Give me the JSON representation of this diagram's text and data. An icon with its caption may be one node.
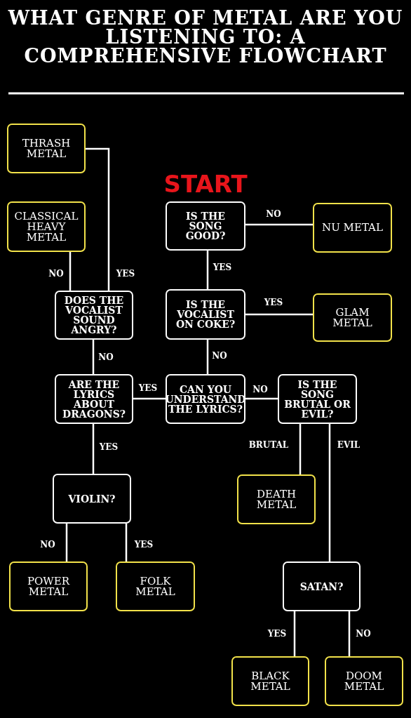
{
  "diagram": {
    "title": "WHAT GENRE OF METAL ARE YOU LISTENING TO: A COMPREHENSIVE FLOWCHART",
    "nodes": [
      {
        "text": [
          "THRASH METAL"
        ]
      },
      {
        "text": [
          "CLASSICAL HEAVY METAL"
        ]
      },
      {
        "text": [
          "IS THE SONG GOOD?"
        ],
        "beside": [
          "START"
        ]
      },
      {
        "text": [
          "NU METAL"
        ]
      },
      {
        "text": [
          "DOES THE VOCALIST SOUND ANGRY?"
        ]
      },
      {
        "text": [
          "IS THE VOCALIST ON COKE?"
        ]
      },
      {
        "text": [
          "GLAM METAL"
        ]
      },
      {
        "text": [
          "ARE THE LYRICS ABOUT DRAGONS?"
        ]
      },
      {
        "text": [
          "CAN YOU UNDERSTAND THE LYRICS?"
        ]
      },
      {
        "text": [
          "IS THE SONG BRUTAL OR EVIL?"
        ]
      },
      {
        "text": [
          "VIOLIN?"
        ]
      },
      {
        "text": [
          "DEATH METAL"
        ]
      },
      {
        "text": [
          "POWER METAL"
        ]
      },
      {
        "text": [
          "FOLK METAL"
        ]
      },
      {
        "text": [
          "SATAN?"
        ]
      },
      {
        "text": [
          "BLACK METAL"
        ]
      },
      {
        "text": [
          "DOOM METAL"
        ]
      }
    ],
    "edges": [
      {
        "from": 2,
        "to": 3,
        "arrow": "none",
        "label": "NO"
      },
      {
        "from": 2,
        "to": 5,
        "arrow": "none",
        "label": "YES"
      },
      {
        "from": 5,
        "to": 6,
        "arrow": "none",
        "label": "YES"
      },
      {
        "from": 5,
        "to": 8,
        "arrow": "none",
        "label": "NO"
      },
      {
        "from": 8,
        "to": 7,
        "arrow": "none",
        "label": "YES"
      },
      {
        "from": 8,
        "to": 9,
        "arrow": "none",
        "label": "NO"
      },
      {
        "from": 7,
        "to": 4,
        "arrow": "none",
        "label": "NO"
      },
      {
        "from": 4,
        "to": 1,
        "arrow": "none",
        "label": "NO"
      },
      {
        "from": 4,
        "to": 0,
        "arrow": "none",
        "label": "YES"
      },
      {
        "from": 7,
        "to": 10,
        "arrow": "none",
        "label": "YES"
      },
      {
        "from": 10,
        "to": 12,
        "arrow": "none",
        "label": "NO"
      },
      {
        "from": 10,
        "to": 13,
        "arrow": "none",
        "label": "YES"
      },
      {
        "from": 9,
        "to": 11,
        "arrow": "none",
        "label": "BRUTAL"
      },
      {
        "from": 9,
        "to": 14,
        "arrow": "none",
        "label": "EVIL"
      },
      {
        "from": 14,
        "to": 15,
        "arrow": "none",
        "label": "YES"
      },
      {
        "from": 14,
        "to": 16,
        "arrow": "none",
        "label": "NO"
      }
    ]
  }
}
